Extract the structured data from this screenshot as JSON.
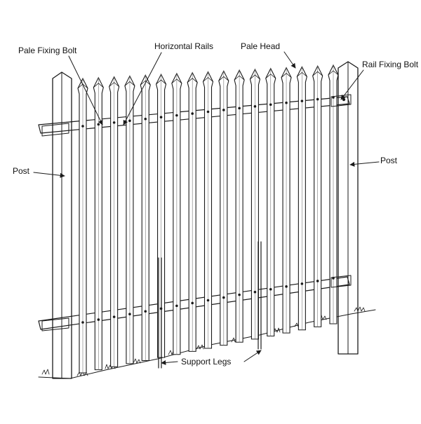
{
  "labels": {
    "pale_fixing_bolt": "Pale Fixing Bolt",
    "horizontal_rails": "Horizontal Rails",
    "pale_head": "Pale Head",
    "rail_fixing_bolt": "Rail Fixing Bolt",
    "post_left": "Post",
    "post_right": "Post",
    "support_legs": "Support Legs"
  },
  "colors": {
    "ink": "#1a1a1a",
    "paper": "#ffffff",
    "shade": "#d9d9d9"
  },
  "pale_count": 17
}
